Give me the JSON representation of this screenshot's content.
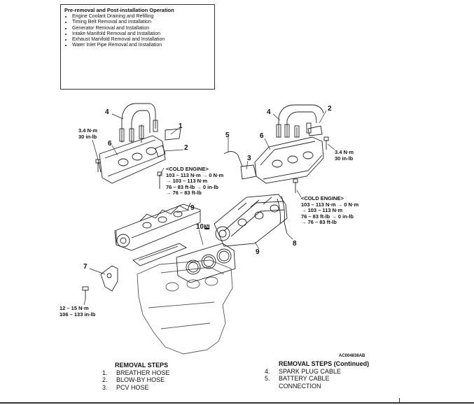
{
  "preinstall": {
    "title": "Pre-removal and Post-installation Operation",
    "items": [
      "Engine Coolant Draining and Refilling",
      "Timing Belt Removal and installation",
      "Generator Removal and Installation",
      "Intake Manifold Removal and Installation",
      "Exhaust Manifold Removal and Installation",
      "Water Inlet Pipe Removal and Installation"
    ]
  },
  "callouts": {
    "n1": "1",
    "n2a": "2",
    "n2b": "2",
    "n3": "3",
    "n4a": "4",
    "n4b": "4",
    "n5": "5",
    "n6a": "6",
    "n6b": "6",
    "n7": "7",
    "n8": "8",
    "n9a": "9",
    "n9b": "9",
    "n10": "10",
    "n10_badge": "N"
  },
  "torque": {
    "left_nm": "3.4 N·m",
    "left_inlb": "30 in-lb",
    "right_nm": "3.4 N·m",
    "right_inlb": "30 in-lb",
    "bottom_nm": "12 – 15 N·m",
    "bottom_inlb": "106 – 133 in-lb"
  },
  "cold_left": [
    "<COLD ENGINE>",
    "103 – 113 N·m → 0 N·m",
    "→ 103 – 113 N·m",
    "76 – 83 ft-lb → 0 in-lb",
    "→ 76 – 83 ft-lb"
  ],
  "cold_right": [
    "<COLD ENGINE>",
    "103 – 113 N·m → 0 N·m",
    "→ 103 – 113 N·m",
    "76 – 83 ft-lb → 0 in-lb",
    "→ 76 – 83 ft-lb"
  ],
  "figure_code": "AC004838AB",
  "removal_left": {
    "heading": "REMOVAL STEPS",
    "steps": [
      {
        "n": "1.",
        "t": "BREATHER HOSE"
      },
      {
        "n": "2.",
        "t": "BLOW-BY HOSE"
      },
      {
        "n": "3.",
        "t": "PCV HOSE"
      }
    ]
  },
  "removal_right": {
    "heading": "REMOVAL STEPS (Continued)",
    "steps": [
      {
        "n": "4.",
        "t": "SPARK PLUG CABLE"
      },
      {
        "n": "5.",
        "t": "BATTERY CABLE",
        "t2": "CONNECTION"
      }
    ]
  }
}
